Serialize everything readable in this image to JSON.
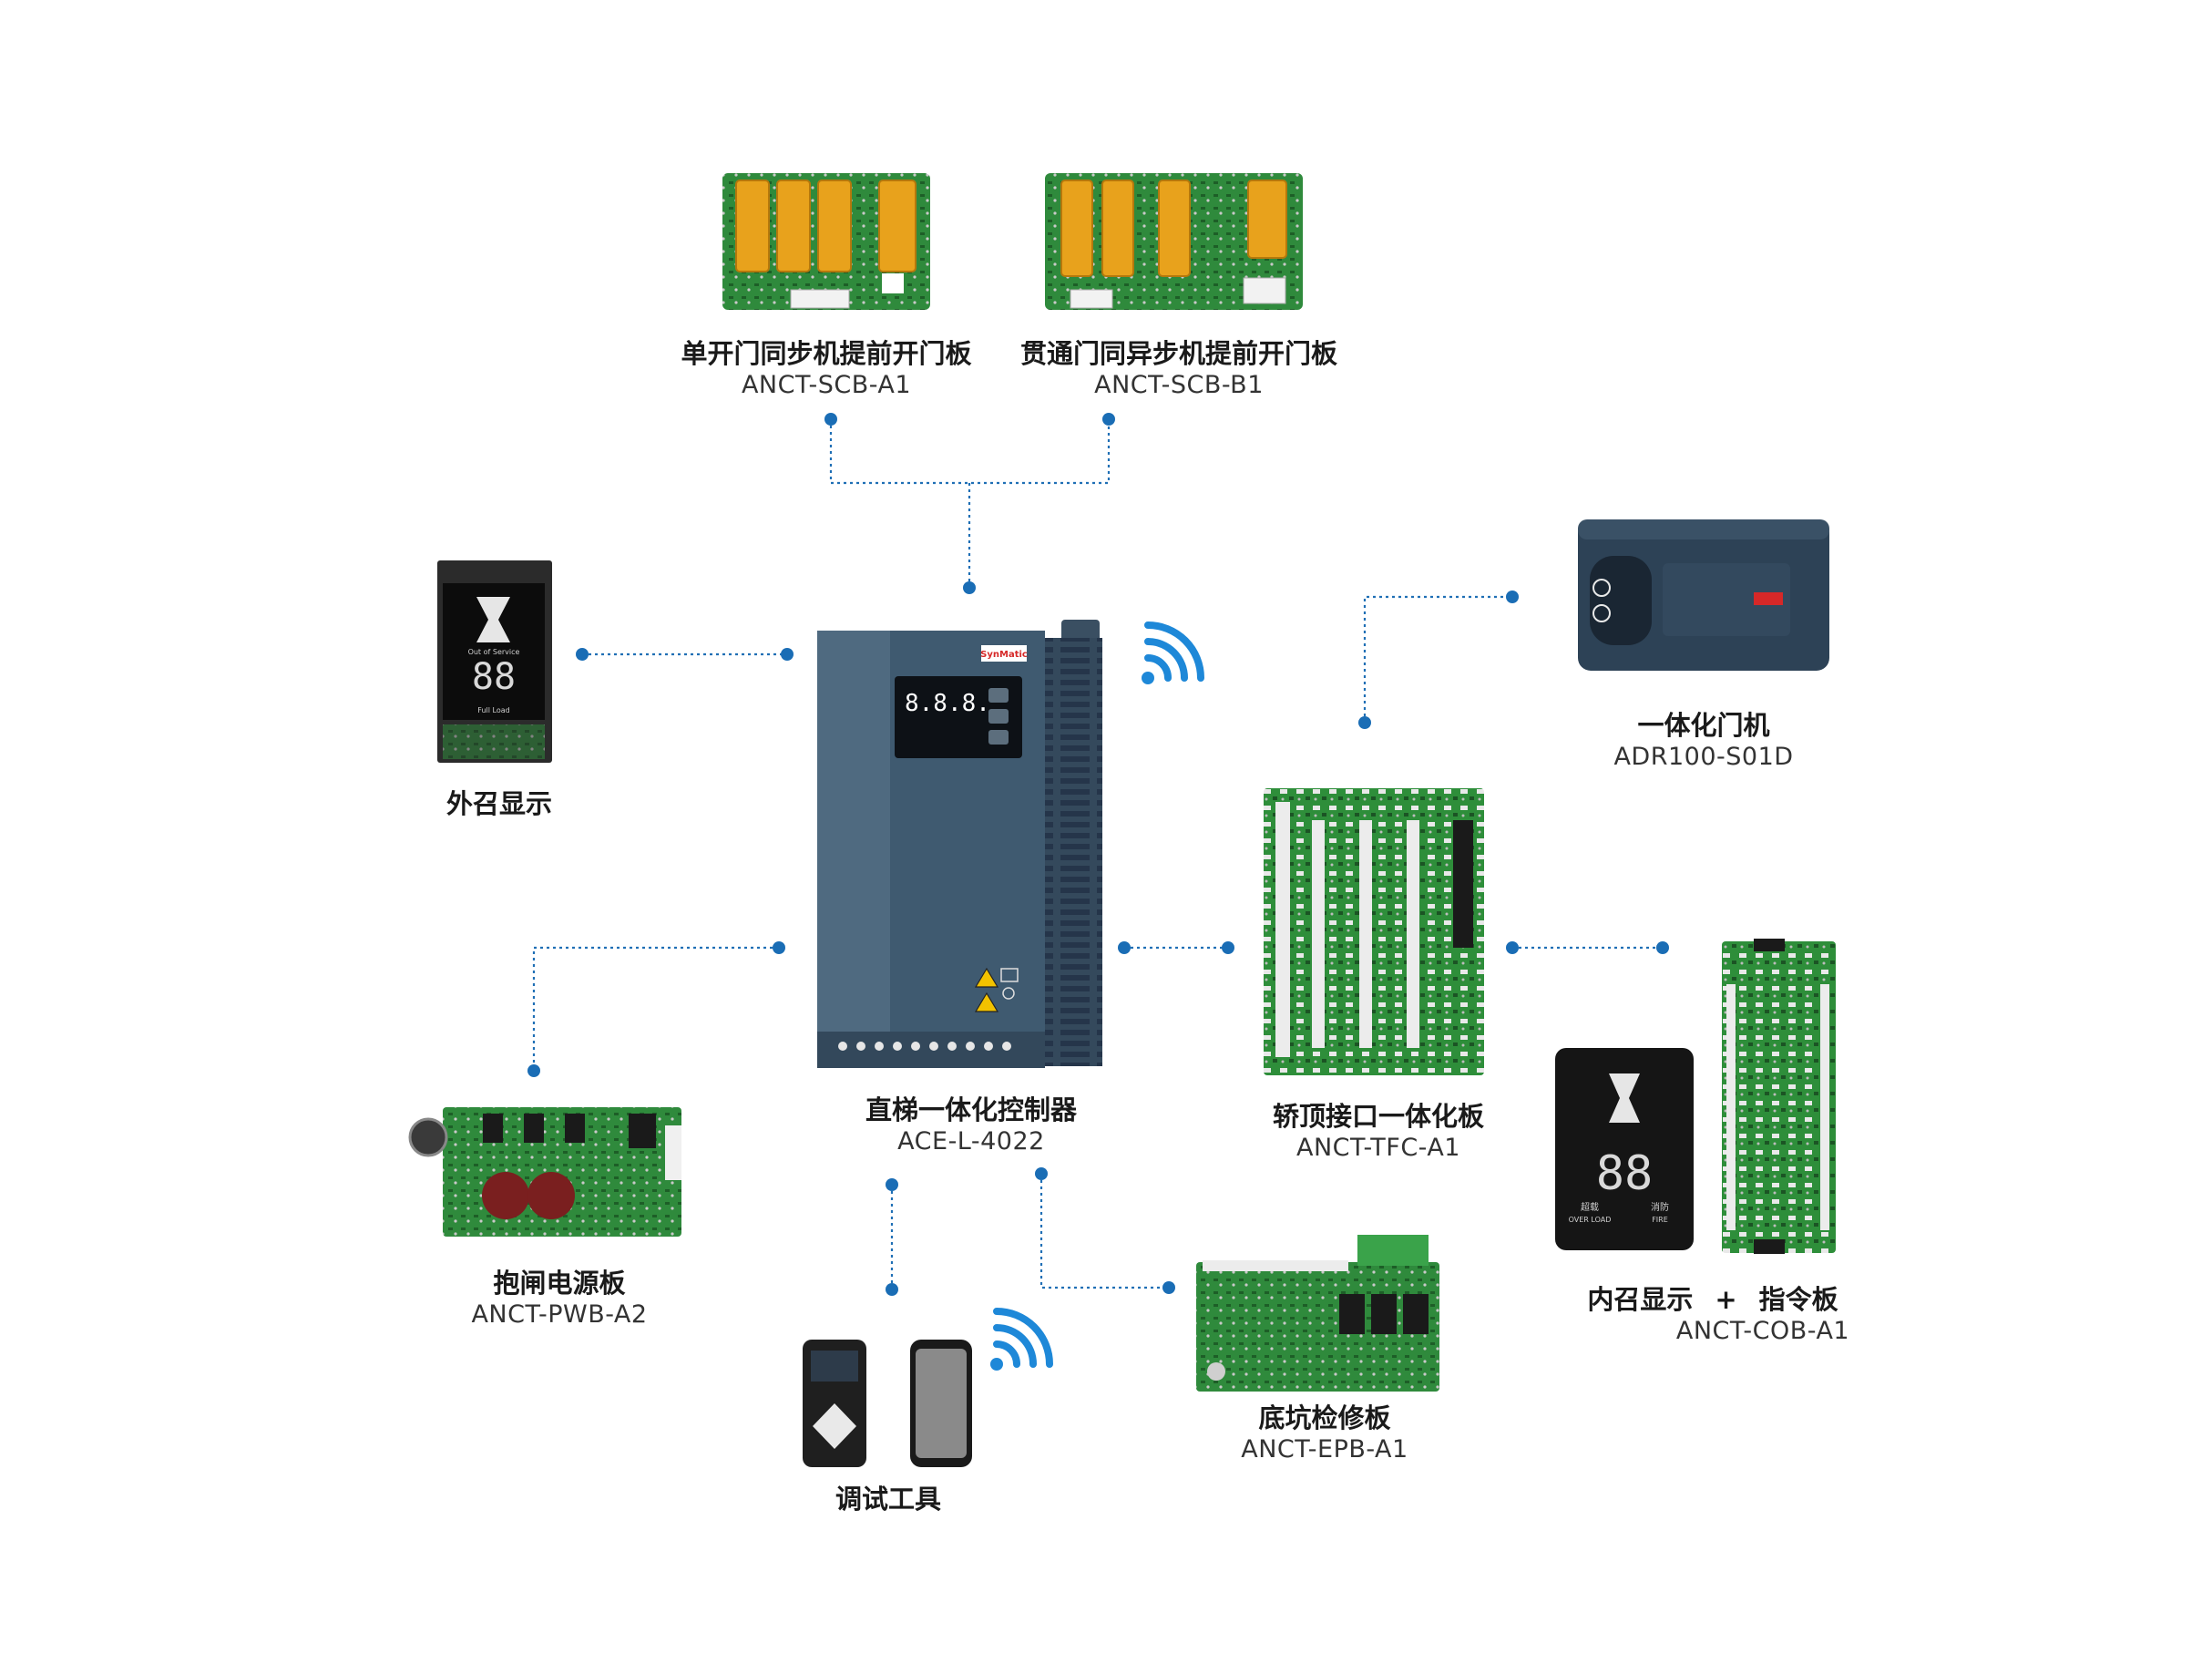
{
  "colors": {
    "link": "#1f6fb5",
    "dot": "#1a6db5",
    "wifi": "#1e88d8",
    "controller_body": "#3f5a70",
    "controller_dark": "#2b3e4f",
    "pcb_green": "#2f8a3c",
    "relay_amber": "#e8a21c",
    "door_machine": "#2d4256",
    "brand_red": "#d62828"
  },
  "brand": "SynMatic",
  "controller_display": "8.8.8.",
  "display_board_text": {
    "status": "Out of Service",
    "digits": "88",
    "bottom": "Full   Load"
  },
  "cabin_display_text": {
    "digits": "88",
    "left_cn": "超载",
    "left_en": "OVER LOAD",
    "right_cn": "消防",
    "right_en": "FIRE"
  },
  "labels": {
    "scb_a1": {
      "cn": "单开门同步机提前开门板",
      "en": "ANCT-SCB-A1"
    },
    "scb_b1": {
      "cn": "贯通门同异步机提前开门板",
      "en": "ANCT-SCB-B1"
    },
    "hall_display": {
      "cn": "外召显示"
    },
    "door_machine": {
      "cn": "一体化门机",
      "en": "ADR100-S01D"
    },
    "controller": {
      "cn": "直梯一体化控制器",
      "en": "ACE-L-4022"
    },
    "tfc": {
      "cn": "轿顶接口一体化板",
      "en": "ANCT-TFC-A1"
    },
    "cob": {
      "cn_left": "内召显示",
      "plus": "+",
      "cn_right": "指令板",
      "en": "ANCT-COB-A1"
    },
    "pwb": {
      "cn": "抱闸电源板",
      "en": "ANCT-PWB-A2"
    },
    "debug": {
      "cn": "调试工具"
    },
    "epb": {
      "cn": "底坑检修板",
      "en": "ANCT-EPB-A1"
    }
  },
  "icons": [
    "wifi-icon",
    "warning-icon",
    "manual-icon",
    "timer-icon"
  ]
}
